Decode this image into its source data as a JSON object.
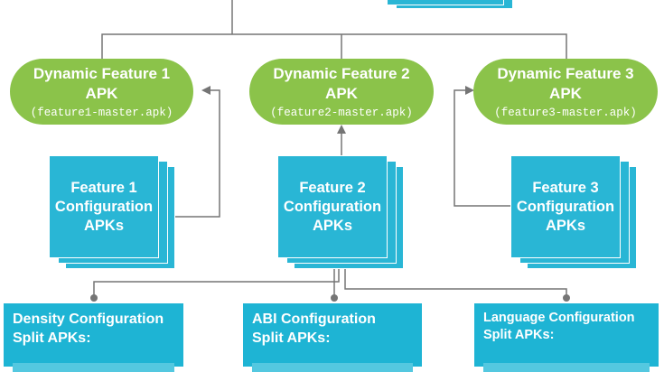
{
  "dynamic_features": [
    {
      "title_line1": "Dynamic Feature 1",
      "title_line2": "APK",
      "file": "(feature1-master.apk)"
    },
    {
      "title_line1": "Dynamic Feature 2",
      "title_line2": "APK",
      "file": "(feature2-master.apk)"
    },
    {
      "title_line1": "Dynamic Feature 3",
      "title_line2": "APK",
      "file": "(feature3-master.apk)"
    }
  ],
  "configuration_apks": [
    {
      "label": "Feature 1\nConfiguration\nAPKs"
    },
    {
      "label": "Feature 2\nConfiguration\nAPKs"
    },
    {
      "label": "Feature 3\nConfiguration\nAPKs"
    }
  ],
  "split_apks": [
    {
      "label": "Density Configuration\nSplit APKs:"
    },
    {
      "label": "ABI Configuration\nSplit APKs:"
    },
    {
      "label": "Language Configuration\nSplit APKs:"
    }
  ],
  "colors": {
    "feature_pill": "#8bc34a",
    "config_box": "#29b6d5",
    "split_box": "#1eb4d4",
    "connector": "#757575"
  }
}
